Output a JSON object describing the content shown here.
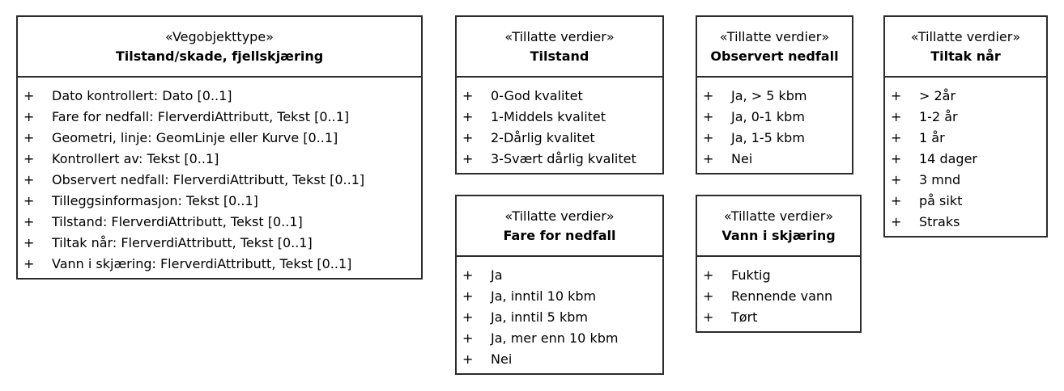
{
  "classes": [
    {
      "stereotype": "«Vegobjekttype»",
      "name": "Tilstand/skade, fjellskjæring",
      "attributes": [
        "Dato kontrollert: Dato [0..1]",
        "Fare for nedfall: FlerverdiAttributt, Tekst [0..1]",
        "Geometri, linje: GeomLinje eller Kurve [0..1]",
        "Kontrollert av: Tekst [0..1]",
        "Observert nedfall: FlerverdiAttributt, Tekst [0..1]",
        "Tilleggsinformasjon: Tekst [0..1]",
        "Tilstand: FlerverdiAttributt, Tekst [0..1]",
        "Tiltak når: FlerverdiAttributt, Tekst [0..1]",
        "Vann i skjæring: FlerverdiAttributt, Tekst [0..1]"
      ]
    },
    {
      "stereotype": "«Tillatte verdier»",
      "name": "Tilstand",
      "attributes": [
        "0-God kvalitet",
        "1-Middels kvalitet",
        "2-Dårlig kvalitet",
        "3-Svært dårlig kvalitet"
      ]
    },
    {
      "stereotype": "«Tillatte verdier»",
      "name": "Fare for nedfall",
      "attributes": [
        "Ja",
        "Ja, inntil 10 kbm",
        "Ja, inntil 5 kbm",
        "Ja, mer enn 10 kbm",
        "Nei"
      ]
    },
    {
      "stereotype": "«Tillatte verdier»",
      "name": "Observert nedfall",
      "attributes": [
        "Ja, > 5 kbm",
        "Ja, 0-1 kbm",
        "Ja, 1-5 kbm",
        "Nei"
      ]
    },
    {
      "stereotype": "«Tillatte verdier»",
      "name": "Vann i skjæring",
      "attributes": [
        "Fuktig",
        "Rennende vann",
        "Tørt"
      ]
    },
    {
      "stereotype": "«Tillatte verdier»",
      "name": "Tiltak når",
      "attributes": [
        "> 2år",
        "1-2 år",
        "1 år",
        "14 dager",
        "3 mnd",
        "på sikt",
        "Straks"
      ]
    }
  ],
  "visibility_marker": "+"
}
